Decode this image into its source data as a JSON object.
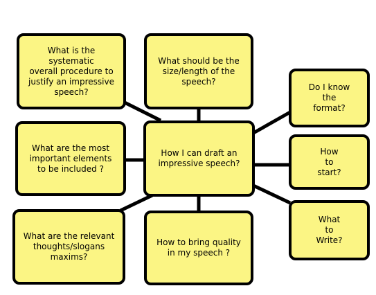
{
  "diagram": {
    "colors": {
      "box_fill": "#fbf584",
      "box_border": "#000000",
      "connector": "#000000"
    },
    "center": {
      "text": "How I can draft an\nimpressive speech?"
    },
    "nodes": {
      "procedure": {
        "text": "What is the systematic\noverall procedure to\njustify an impressive\nspeech?"
      },
      "size": {
        "text": "What should be the\nsize/length of the\nspeech?"
      },
      "format": {
        "text": "Do I know\nthe\nformat?"
      },
      "elements": {
        "text": "What are the most\nimportant elements\nto be included ?"
      },
      "start": {
        "text": "How\nto\nstart?"
      },
      "thoughts": {
        "text": "What are the relevant\nthoughts/slogans\nmaxims?"
      },
      "quality": {
        "text": "How to bring quality\nin my speech ?"
      },
      "write": {
        "text": "What\nto\nWrite?"
      }
    }
  }
}
